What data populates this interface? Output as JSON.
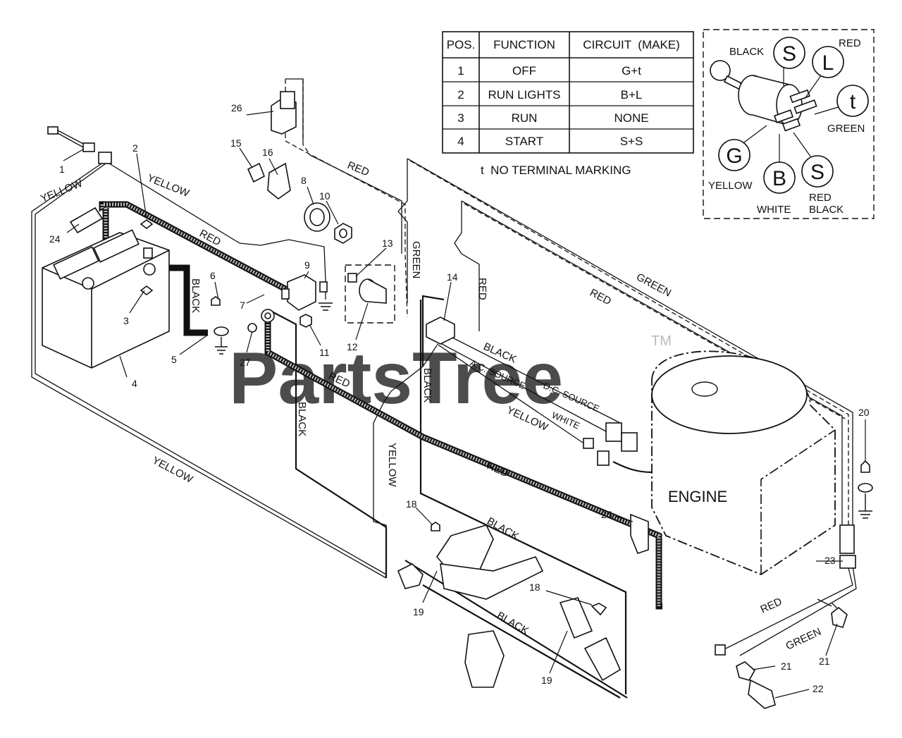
{
  "table": {
    "headers": [
      "POS.",
      "FUNCTION",
      "CIRCUIT  (MAKE)"
    ],
    "rows": [
      [
        "1",
        "OFF",
        "G+t"
      ],
      [
        "2",
        "RUN LIGHTS",
        "B+L"
      ],
      [
        "3",
        "RUN",
        "NONE"
      ],
      [
        "4",
        "START",
        "S+S"
      ]
    ],
    "note": "t  NO TERMINAL MARKING"
  },
  "key_switch": {
    "terminals": [
      "S",
      "L",
      "t",
      "G",
      "B",
      "S"
    ],
    "wire_labels": {
      "black": "BLACK",
      "red": "RED",
      "green": "GREEN",
      "yellow": "YELLOW",
      "white": "WHITE",
      "red_black": [
        "RED",
        "BLACK"
      ]
    }
  },
  "engine_label": "ENGINE",
  "watermark": "PartsTree",
  "trademark": "TM",
  "wire_labels": {
    "yellow_1": "YELLOW",
    "yellow_2": "YELLOW",
    "yellow_3": "YELLOW",
    "yellow_4": "YELLOW",
    "yellow_5": "YELLOW",
    "red_1": "RED",
    "red_2": "RED",
    "red_3": "RED",
    "red_4": "RED",
    "red_5": "RED",
    "red_6": "RED",
    "red_7": "RED",
    "black_1": "BLACK",
    "black_2": "BLACK",
    "black_3": "BLACK",
    "black_4": "BLACK",
    "black_5": "BLACK",
    "black_6": "BLACK",
    "green_1": "GREEN",
    "green_2": "GREEN",
    "green_3": "GREEN",
    "white_1": "WHITE",
    "ac_source": "A.C. SOURCE",
    "dc_source": "D.C. SOURCE"
  },
  "callouts": {
    "c1": "1",
    "c2": "2",
    "c3": "3",
    "c4": "4",
    "c5": "5",
    "c6": "6",
    "c7": "7",
    "c8": "8",
    "c9": "9",
    "c10": "10",
    "c11": "11",
    "c12": "12",
    "c13": "13",
    "c14": "14",
    "c15": "15",
    "c16": "16",
    "c18a": "18",
    "c18b": "18",
    "c19a": "19",
    "c19b": "19",
    "c20": "20",
    "c21a": "21",
    "c21b": "21",
    "c22": "22",
    "c23": "23",
    "c24": "24",
    "c25": "25",
    "c26": "26",
    "c27": "27"
  }
}
